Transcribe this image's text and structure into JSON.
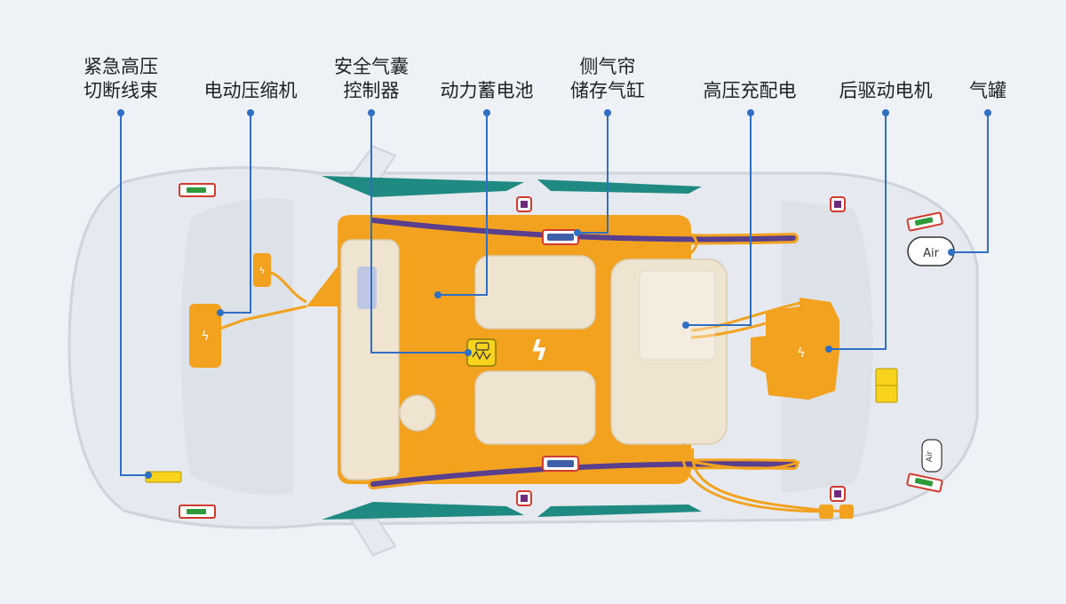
{
  "labels": {
    "hv_cut": "紧急高压\n切断线束",
    "compressor": "电动压缩机",
    "airbag_ctrl": "安全气囊\n控制器",
    "battery": "动力蓄电池",
    "curtain_cyl": "侧气帘\n储存气缸",
    "hv_dist": "高压充配电",
    "rear_motor": "后驱动电机",
    "gas_tank": "气罐"
  },
  "tank_text": "Air",
  "colors": {
    "background": "#eef1f5",
    "car_body": "#e6e9ef",
    "car_outline": "#cfd4dc",
    "hv_orange": "#f2a21f",
    "leader_blue": "#2f6fc4",
    "curtain_purple": "#5a3f8e",
    "glass_teal": "#1f8a82",
    "seat": "#efe4cf"
  }
}
